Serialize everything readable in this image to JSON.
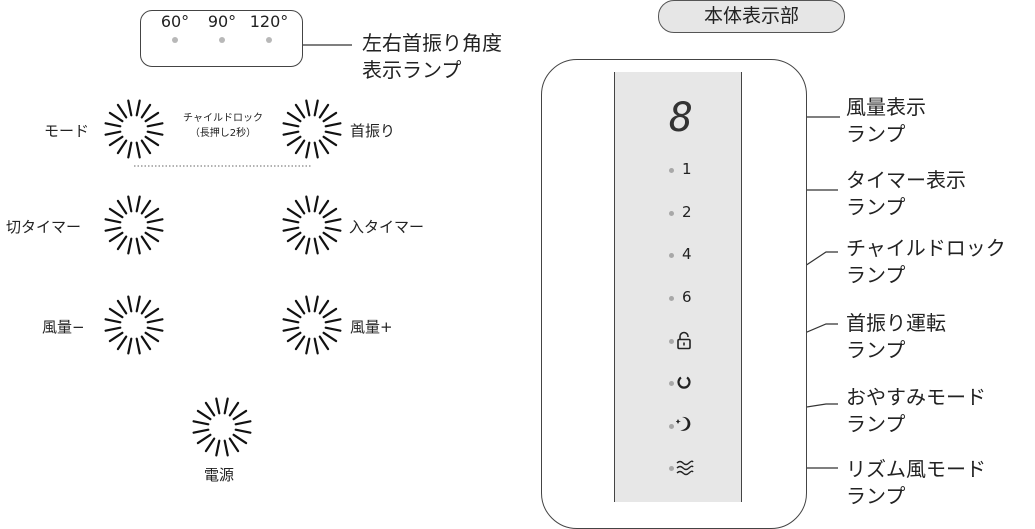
{
  "angle_display": {
    "angles": [
      "60°",
      "90°",
      "120°"
    ],
    "callout": [
      "左右首振り角度",
      "表示ランプ"
    ]
  },
  "buttons": {
    "mode": "モード",
    "swing": "首振り",
    "child_lock_note": [
      "チャイルドロック",
      "（長押し2秒）"
    ],
    "off_timer": "切タイマー",
    "on_timer": "入タイマー",
    "wind_down": "風量−",
    "wind_up": "風量+",
    "power": "電源"
  },
  "body_display": {
    "title": "本体表示部",
    "wind_digit": "8",
    "timer_values": [
      "1",
      "2",
      "4",
      "6"
    ],
    "callouts": {
      "wind": [
        "風量表示",
        "ランプ"
      ],
      "timer": [
        "タイマー表示",
        "ランプ"
      ],
      "child_lock": [
        "チャイルドロック",
        "ランプ"
      ],
      "swing": [
        "首振り運転",
        "ランプ"
      ],
      "sleep": [
        "おやすみモード",
        "ランプ"
      ],
      "rhythm": [
        "リズム風モード",
        "ランプ"
      ]
    }
  },
  "icons": {
    "touch_button": "touch-sensor-icon",
    "child_lock": "padlock-icon",
    "swing": "rotate-icon",
    "sleep": "moon-icon",
    "rhythm": "wave-icon"
  },
  "colors": {
    "panel_strip": "#e7e7e7",
    "lamp_dot": "#a8a8a8",
    "badge_fill": "#e6e6e6"
  }
}
